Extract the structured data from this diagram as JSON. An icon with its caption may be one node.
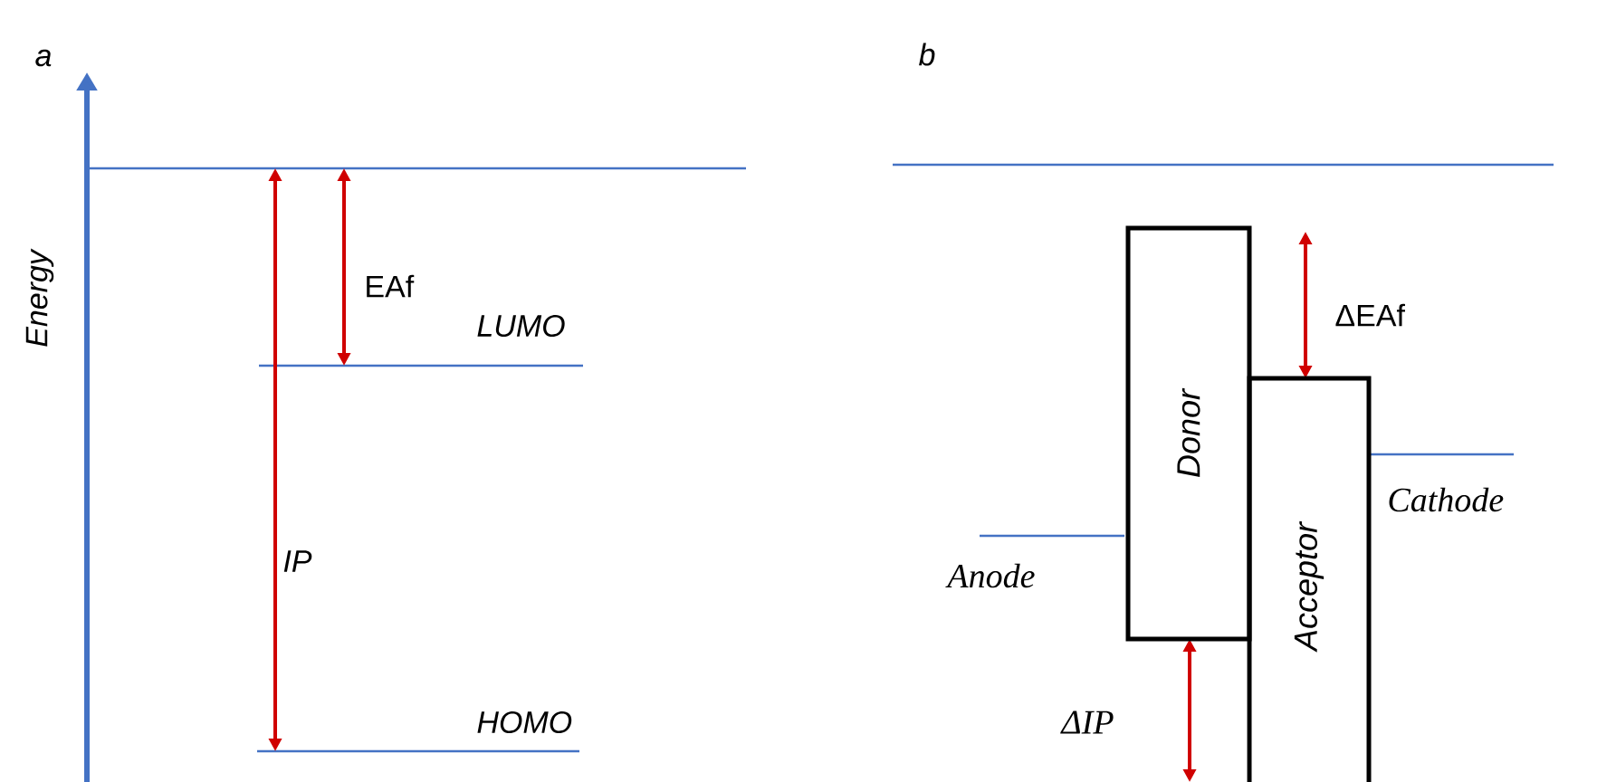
{
  "diagram": {
    "nodes": [
      {
        "text": [
          "Donor"
        ]
      },
      {
        "text": [
          "Acceptor"
        ]
      }
    ],
    "edges": [],
    "labels": [
      "a",
      "Energy",
      "EAf",
      "LUMO",
      "IP",
      "HOMO",
      "b",
      "ΔEAf",
      "Cathode",
      "Anode",
      "ΔIP"
    ]
  }
}
